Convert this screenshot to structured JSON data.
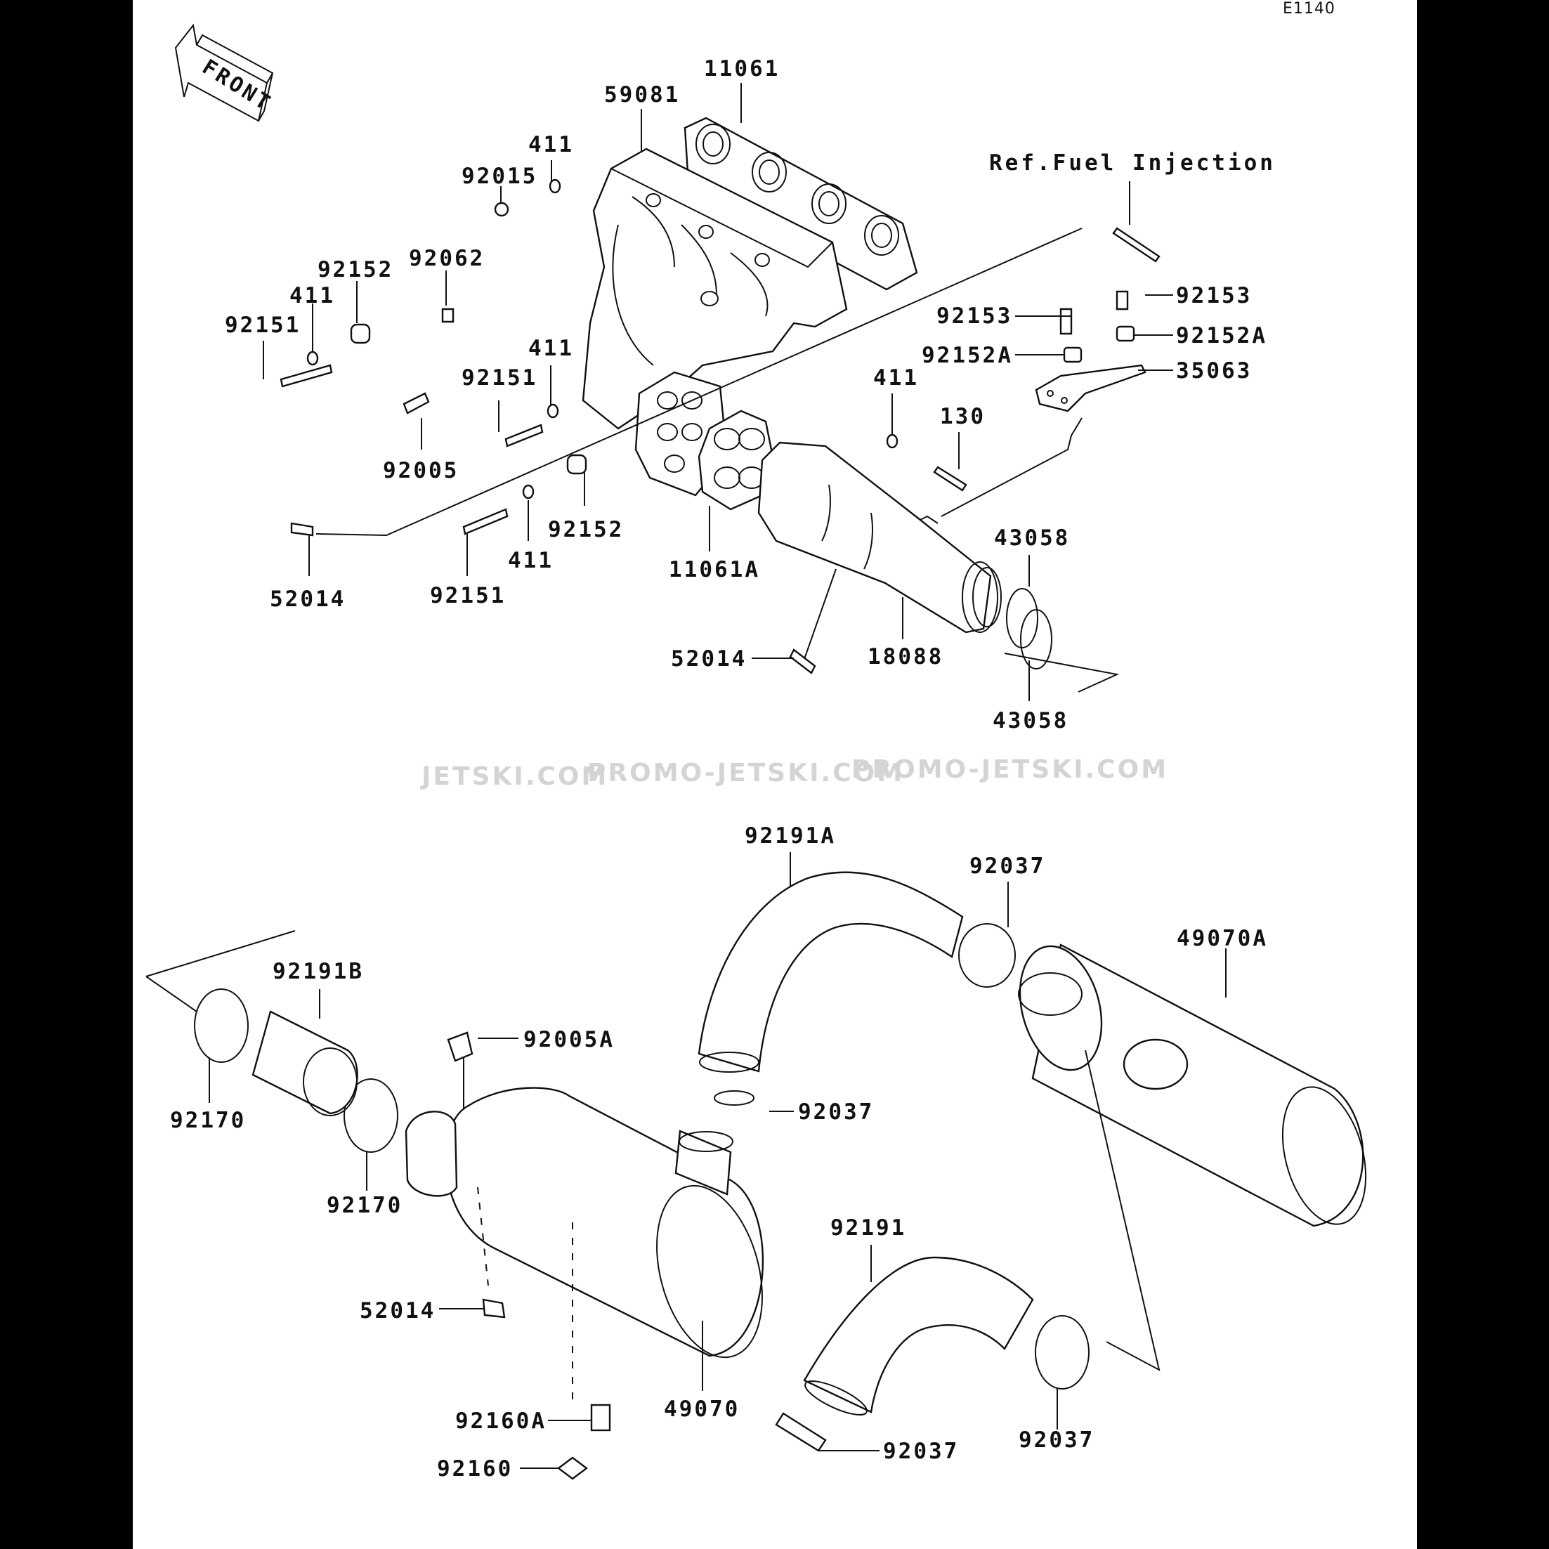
{
  "diagram_code": "E1140",
  "front_arrow": "FRONT",
  "reference_note": "Ref.Fuel Injection",
  "watermarks": [
    "JETSKI.COM",
    "PROMO-JETSKI.COM",
    "PROMO-JETSKI.COM"
  ],
  "parts": {
    "p11061": "11061",
    "p59081": "59081",
    "p411_a": "411",
    "p92015": "92015",
    "p92062": "92062",
    "p92152_a": "92152",
    "p411_b": "411",
    "p92151_a": "92151",
    "p411_c": "411",
    "p92151_b": "92151",
    "p92005": "92005",
    "p411_d": "411",
    "p130": "130",
    "p92153_a": "92153",
    "p92152A_a": "92152A",
    "p92153_b": "92153",
    "p92152A_b": "92152A",
    "p35063": "35063",
    "p43058_a": "43058",
    "p92152_b": "92152",
    "p11061A": "11061A",
    "p411_e": "411",
    "p52014_a": "52014",
    "p92151_c": "92151",
    "p52014_b": "52014",
    "p18088": "18088",
    "p43058_b": "43058",
    "p92191A": "92191A",
    "p92037_a": "92037",
    "p49070A": "49070A",
    "p92191B": "92191B",
    "p92005A": "92005A",
    "p92170_a": "92170",
    "p92037_b": "92037",
    "p92170_b": "92170",
    "p92191": "92191",
    "p52014_c": "52014",
    "p92160A": "92160A",
    "p49070": "49070",
    "p92160": "92160",
    "p92037_c": "92037",
    "p92037_d": "92037"
  }
}
